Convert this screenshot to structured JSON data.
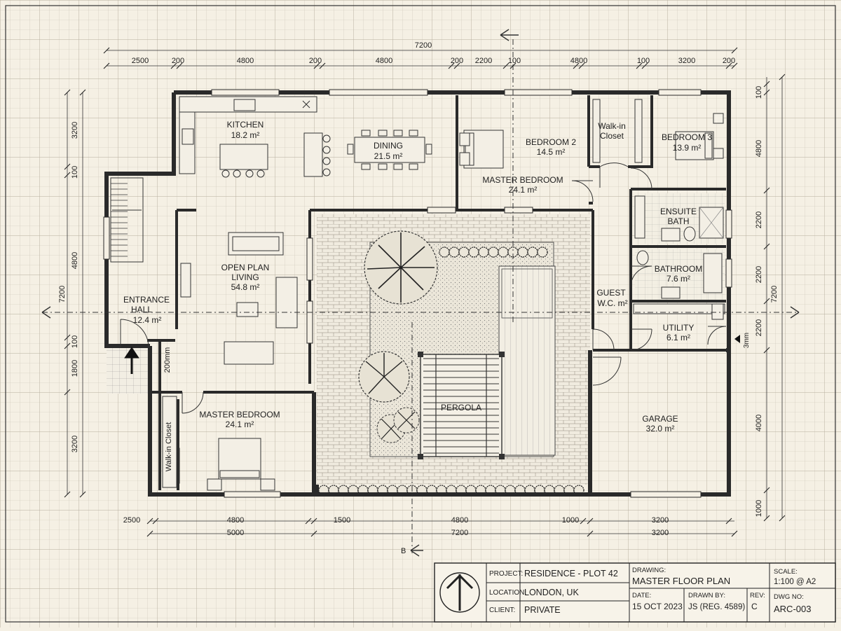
{
  "drawing": {
    "dims_top_total": "7200",
    "dims_top": [
      "2500",
      "200",
      "4800",
      "200",
      "4800",
      "200",
      "2200",
      "100",
      "4800",
      "100",
      "3200",
      "200"
    ],
    "dims_bottom_row1": [
      "2500",
      "4800",
      "1500",
      "4800",
      "1000",
      "3200"
    ],
    "dims_bottom_row2": [
      "5000",
      "7200",
      "3200"
    ],
    "dims_left": [
      "3200",
      "100",
      "4800",
      "7200",
      "100",
      "1800",
      "3200"
    ],
    "dims_right": [
      "100",
      "4800",
      "2200",
      "2200",
      "7200",
      "2200",
      "3mm",
      "4000",
      "1000"
    ],
    "wall_note": "200mm",
    "section_label": "B",
    "rooms": {
      "kitchen": {
        "name": "KITCHEN",
        "area": "18.2 m²"
      },
      "dining": {
        "name": "DINING",
        "area": "21.5 m²"
      },
      "bedroom2": {
        "name": "BEDROOM 2",
        "area": "14.5 m²"
      },
      "walkin_top": {
        "name1": "Walk-in",
        "name2": "Closet"
      },
      "bedroom3": {
        "name": "BEDROOM 3",
        "area": "13.9 m²"
      },
      "master_top": {
        "name": "MASTER BEDROOM",
        "area": "24.1 m²"
      },
      "ensuite": {
        "name1": "ENSUITE",
        "name2": "BATH"
      },
      "living": {
        "name1": "OPEN PLAN",
        "name2": "LIVING",
        "area": "54.8 m²"
      },
      "bathroom": {
        "name": "BATHROOM",
        "area": "7.6 m²"
      },
      "guest": {
        "name1": "GUEST",
        "name2": "W.C. m²"
      },
      "entrance": {
        "name1": "ENTRANCE",
        "name2": "HALL",
        "area": "12.4 m²"
      },
      "utility": {
        "name": "UTILITY",
        "area": "6.1 m²"
      },
      "pergola": {
        "name": "PERGOLA"
      },
      "garage": {
        "name": "GARAGE",
        "area": "32.0 m²"
      },
      "master_bottom": {
        "name": "MASTER BEDROOM",
        "area": "24.1 m²"
      },
      "walkin_side": {
        "name": "Walk-in Closet"
      }
    }
  },
  "title_block": {
    "project_label": "PROJECT:",
    "project_value": "RESIDENCE - PLOT 42",
    "location_label": "LOCATION:",
    "location_value": "LONDON, UK",
    "client_label": "CLIENT:",
    "client_value": "PRIVATE",
    "drawing_label": "DRAWING:",
    "drawing_value": "MASTER FLOOR PLAN",
    "date_label": "DATE:",
    "date_value": "15 OCT 2023",
    "drawn_label": "DRAWN BY:",
    "drawn_value": "JS (REG. 4589)",
    "rev_label": "REV:",
    "rev_value": "C",
    "scale_label": "SCALE:",
    "scale_value": "1:100 @ A2",
    "dwg_label": "DWG NO:",
    "dwg_value": "ARC-003"
  }
}
